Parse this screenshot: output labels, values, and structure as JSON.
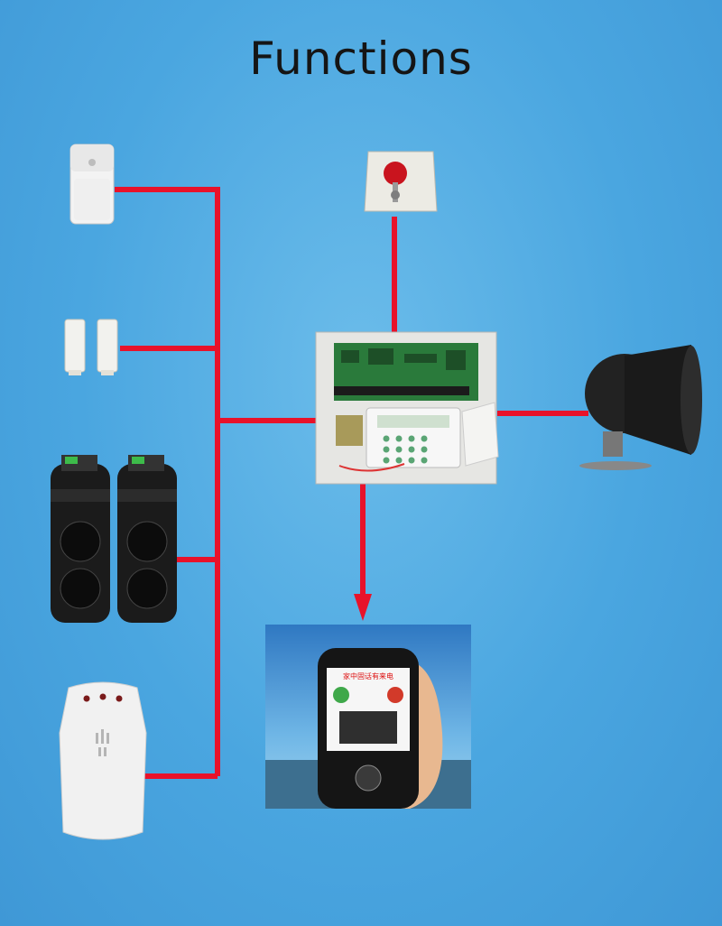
{
  "title": "Functions",
  "phone_screen_text": "家中固话有来电",
  "colors": {
    "background": "#4aa6e0",
    "wire": "#e8122a",
    "title_text": "#151515"
  },
  "devices": [
    {
      "name": "pir-motion-detector"
    },
    {
      "name": "door-magnetic-contact"
    },
    {
      "name": "active-infrared-beam-detector"
    },
    {
      "name": "gas-leak-detector"
    },
    {
      "name": "panic-emergency-button"
    },
    {
      "name": "alarm-control-panel"
    },
    {
      "name": "siren-horn"
    },
    {
      "name": "mobile-phone-call-alert"
    }
  ]
}
